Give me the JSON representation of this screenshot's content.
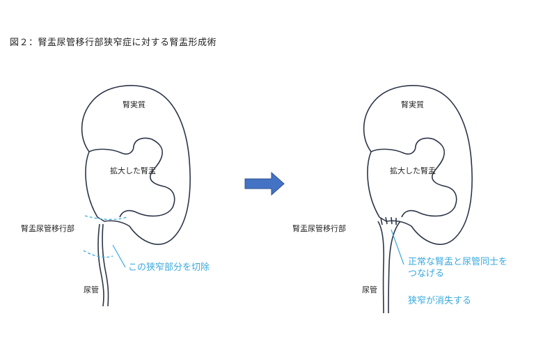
{
  "title": "図２：腎盂尿管移行部狭窄症に対する腎盂形成術",
  "left": {
    "cortex_label": "腎実質",
    "pelvis_label": "拡大した腎盂",
    "upj_label": "腎盂尿管移行部",
    "ureter_label": "尿管",
    "note": "この狭窄部分を切除"
  },
  "right": {
    "cortex_label": "腎実質",
    "pelvis_label": "拡大した腎盂",
    "upj_label": "腎盂尿管移行部",
    "ureter_label": "尿管",
    "note1_line1": "正常な腎盂と尿管同士を",
    "note1_line2": "つなげる",
    "note2": "狭窄が消失する"
  },
  "colors": {
    "outline": "#2b3447",
    "accent": "#39a9df",
    "arrow": "#4472c4"
  }
}
